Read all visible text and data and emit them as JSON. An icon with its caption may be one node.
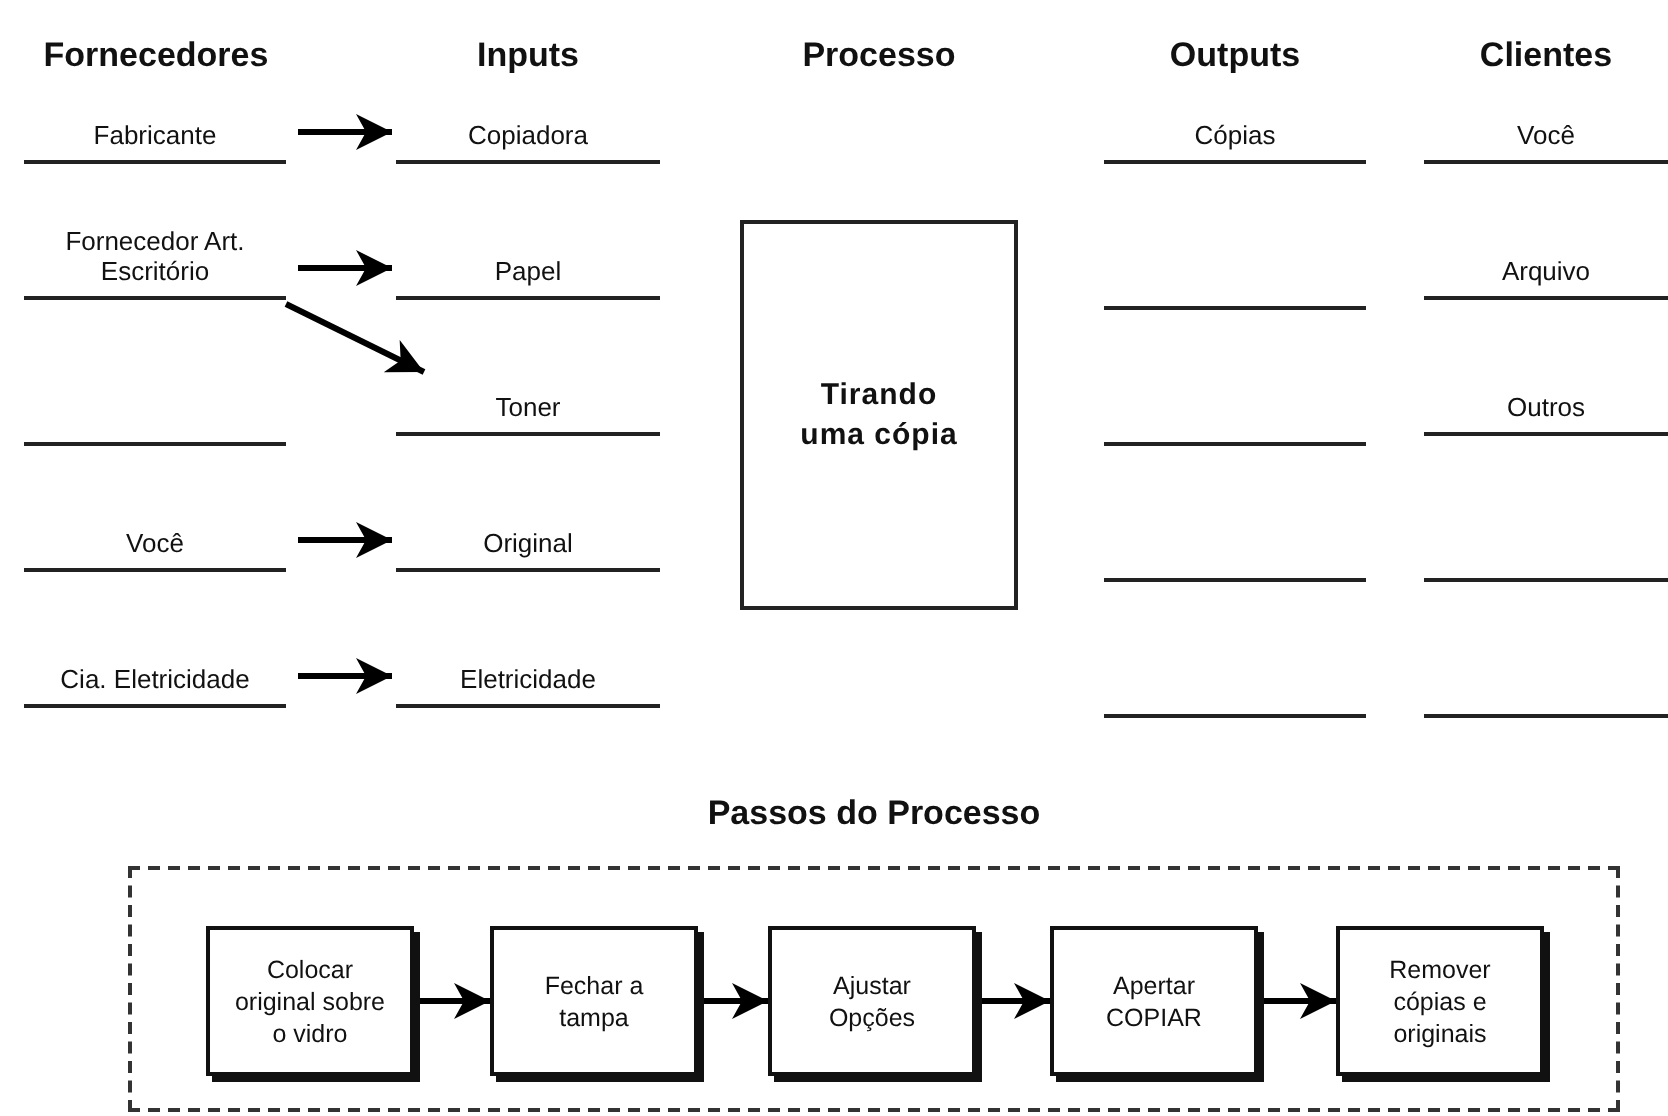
{
  "diagram": {
    "nodes": [
      {
        "text": [
          "Fabricante"
        ]
      },
      {
        "text": [
          "Copiadora"
        ]
      },
      {
        "text": [
          "Cópias"
        ]
      },
      {
        "text": [
          "Você"
        ]
      },
      {
        "text": [
          "Fornecedor Art. Escritório"
        ]
      },
      {
        "text": [
          "Papel"
        ]
      },
      {
        "text": [
          "Tirando uma cópia"
        ]
      },
      {
        "text": [],
        "shape": "line"
      },
      {
        "text": [
          "Arquivo"
        ]
      },
      {
        "text": [],
        "shape": "line"
      },
      {
        "text": [
          "Toner"
        ]
      },
      {
        "text": [],
        "shape": "line"
      },
      {
        "text": [
          "Outros"
        ]
      },
      {
        "text": [
          "Você"
        ]
      },
      {
        "text": [
          "Original"
        ]
      },
      {
        "text": [],
        "shape": "line"
      },
      {
        "text": [],
        "shape": "line"
      },
      {
        "text": [
          "Cia. Eletricidade"
        ]
      },
      {
        "text": [
          "Eletricidade"
        ]
      },
      {
        "text": [],
        "shape": "line"
      },
      {
        "text": [],
        "shape": "line"
      },
      {
        "text": [
          "Passos do Processo"
        ]
      },
      {
        "text": [
          "Colocar original sobre o vidro"
        ],
        "in": 21
      },
      {
        "text": [
          "Fechar a tampa"
        ],
        "in": 21
      },
      {
        "text": [
          "Ajustar Opções"
        ],
        "in": 21
      },
      {
        "text": [
          "Apertar COPIAR"
        ],
        "in": 21
      },
      {
        "text": [
          "Remover cópias e originais"
        ],
        "in": 21
      }
    ],
    "edges": [
      {
        "from": 0,
        "to": 1,
        "arrow": "to"
      },
      {
        "from": 4,
        "to": 5,
        "arrow": "to"
      },
      {
        "from": 4,
        "to": 10,
        "arrow": "to"
      },
      {
        "from": 13,
        "to": 14,
        "arrow": "to"
      },
      {
        "from": 17,
        "to": 18,
        "arrow": "to"
      },
      {
        "from": 22,
        "to": 23,
        "arrow": "to"
      },
      {
        "from": 23,
        "to": 24,
        "arrow": "to"
      },
      {
        "from": 24,
        "to": 25,
        "arrow": "to"
      },
      {
        "from": 25,
        "to": 26,
        "arrow": "to"
      }
    ],
    "labels": [
      "Fornecedores",
      "Inputs",
      "Processo",
      "Outputs",
      "Clientes"
    ]
  }
}
